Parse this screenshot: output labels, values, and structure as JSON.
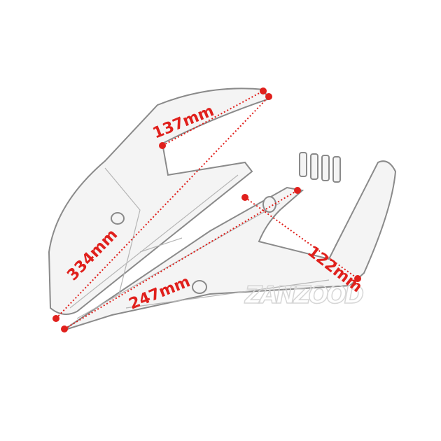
{
  "watermark": "ZANZOOD",
  "dimensions": [
    {
      "id": "top-width",
      "label": "137mm"
    },
    {
      "id": "diagonal-length",
      "label": "334mm"
    },
    {
      "id": "bottom-length",
      "label": "247mm"
    },
    {
      "id": "side-width",
      "label": "122mm"
    }
  ],
  "colors": {
    "dimension": "#e0201c",
    "outline": "#8a8a8a"
  }
}
